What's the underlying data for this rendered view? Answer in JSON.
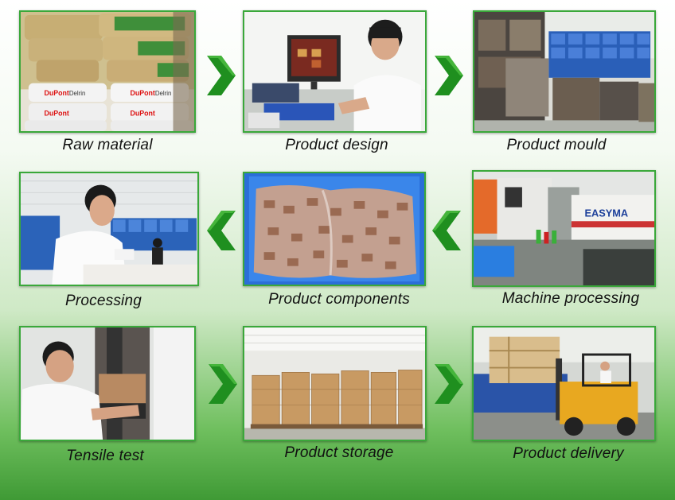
{
  "steps": [
    {
      "label": "Raw material"
    },
    {
      "label": "Product design"
    },
    {
      "label": "Product mould"
    },
    {
      "label": "Product components"
    },
    {
      "label": "Processing"
    },
    {
      "label": "Machine processing"
    },
    {
      "label": "Tensile test"
    },
    {
      "label": "Product storage"
    },
    {
      "label": "Product delivery"
    }
  ],
  "photo_texts": {
    "bag_brand": "DuPont",
    "bag_product": "Delrin",
    "machine_brand": "EASYMA"
  },
  "colors": {
    "frame": "#3aa83a",
    "arrow": "#1f8f1f",
    "caption": "#111111"
  },
  "flow_direction": [
    "right",
    "right",
    "left",
    "left",
    "right",
    "right"
  ]
}
